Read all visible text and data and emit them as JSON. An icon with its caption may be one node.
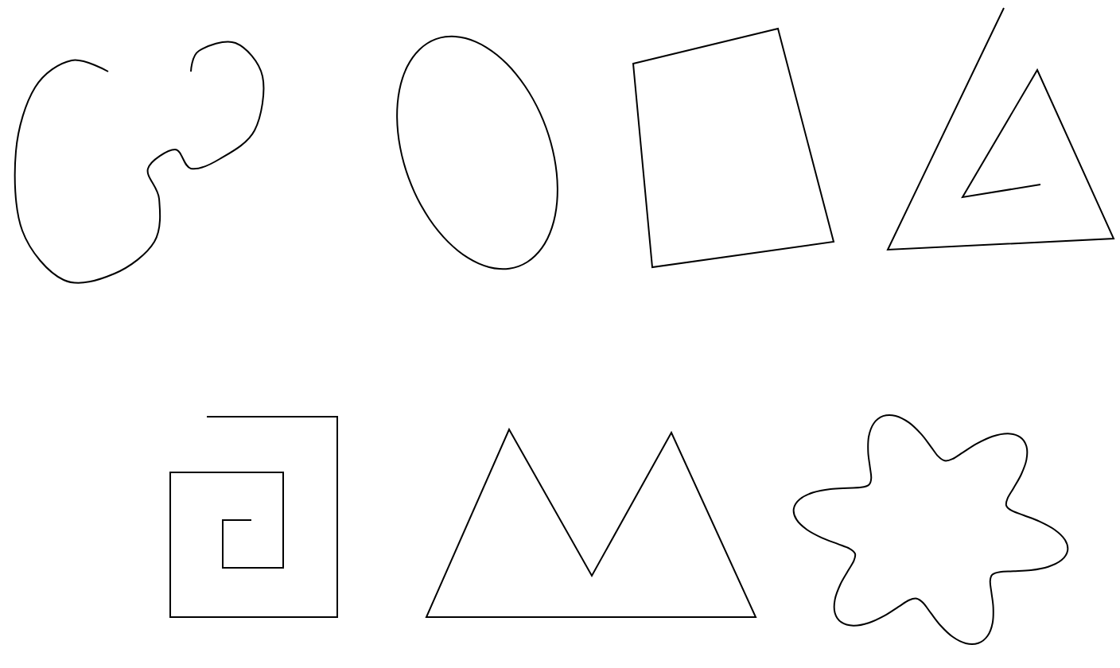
{
  "diagram": {
    "nodes": [
      {
        "text": [],
        "shape": "blob"
      },
      {
        "text": [],
        "shape": "ellipse"
      },
      {
        "text": [],
        "shape": "box"
      },
      {
        "text": [],
        "shape": "triangle"
      },
      {
        "text": [],
        "shape": "spiral"
      },
      {
        "text": [],
        "shape": "zigzag"
      },
      {
        "text": [],
        "shape": "flower"
      }
    ]
  }
}
